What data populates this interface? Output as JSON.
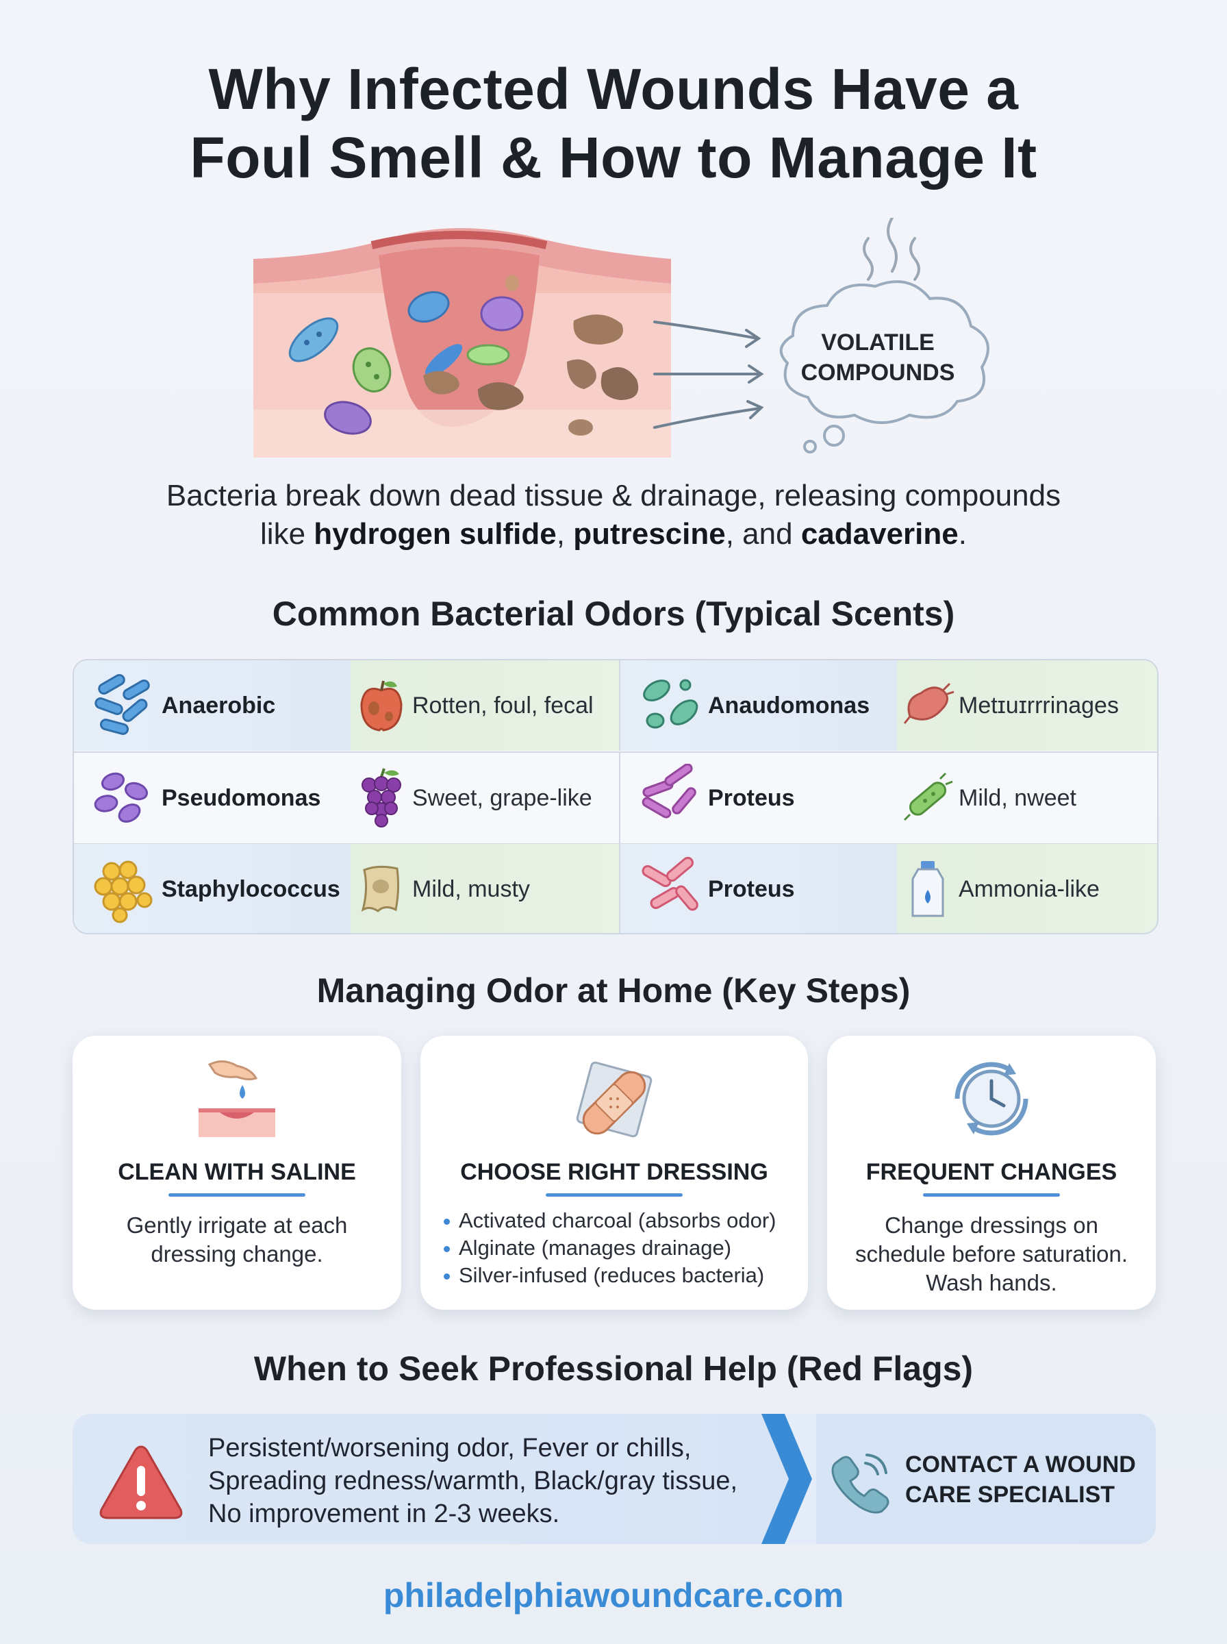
{
  "title": {
    "line1": "Why Infected Wounds Have a",
    "line2": "Foul Smell & How to Manage It"
  },
  "illustration": {
    "cloud_line1": "VOLATILE",
    "cloud_line2": "COMPOUNDS",
    "icons": [
      "wound-cross-section",
      "bacteria",
      "arrow-right",
      "odor-cloud",
      "stink-lines"
    ]
  },
  "intro": {
    "line1": "Bacteria break down dead tissue & drainage, releasing compounds",
    "line2_prefix": "like ",
    "compound1": "hydrogen sulfide",
    "sep1": ", ",
    "compound2": "putrescine",
    "sep2": ", and ",
    "compound3": "cadaverine",
    "end": "."
  },
  "odors": {
    "heading": "Common Bacterial Odors (Typical Scents)",
    "rows": [
      {
        "left": {
          "bacterium": "Anaerobic",
          "bacterium_icon": "blue-rods-icon",
          "scent": "Rotten, foul, fecal",
          "scent_icon": "rotten-apple-icon"
        },
        "right": {
          "bacterium": "Anaudomonas",
          "bacterium_icon": "green-bacteria-icon",
          "scent": "Metɪuɪrrrinages",
          "scent_icon": "red-bacterium-icon"
        }
      },
      {
        "left": {
          "bacterium": "Pseudomonas",
          "bacterium_icon": "purple-cocci-icon",
          "scent": "Sweet, grape-like",
          "scent_icon": "grapes-icon"
        },
        "right": {
          "bacterium": "Proteus",
          "bacterium_icon": "purple-rods-icon",
          "scent": "Mild, nweet",
          "scent_icon": "green-bacterium-icon"
        }
      },
      {
        "left": {
          "bacterium": "Staphylococcus",
          "bacterium_icon": "yellow-cocci-cluster-icon",
          "scent": "Mild, musty",
          "scent_icon": "musty-cloth-icon"
        },
        "right": {
          "bacterium": "Proteus",
          "bacterium_icon": "pink-rods-icon",
          "scent": "Ammonia-like",
          "scent_icon": "ammonia-bottle-icon"
        }
      }
    ]
  },
  "management": {
    "heading": "Managing Odor at Home (Key Steps)",
    "cards": [
      {
        "title": "CLEAN WITH SALINE",
        "icon": "saline-drip-icon",
        "body_line1": "Gently irrigate at each",
        "body_line2": "dressing change."
      },
      {
        "title": "CHOOSE RIGHT DRESSING",
        "icon": "bandage-icon",
        "bullets": [
          "Activated charcoal (absorbs odor)",
          "Alginate (manages drainage)",
          "Silver-infused (reduces bacteria)"
        ]
      },
      {
        "title": "FREQUENT CHANGES",
        "icon": "clock-cycle-icon",
        "body_line1": "Change dressings on",
        "body_line2": "schedule before saturation.",
        "body_line3": "Wash hands."
      }
    ]
  },
  "red_flags": {
    "heading": "When to Seek Professional Help (Red Flags)",
    "line1": "Persistent/worsening odor, Fever or chills,",
    "line2": "Spreading redness/warmth, Black/gray tissue,",
    "line3": "No improvement in 2-3 weeks.",
    "contact_line1": "CONTACT A WOUND",
    "contact_line2": "CARE SPECIALIST",
    "icons": [
      "warning-triangle-icon",
      "chevron-right-icon",
      "phone-icon"
    ]
  },
  "footer": {
    "url": "philadelphiawoundcare.com"
  },
  "colors": {
    "accent_blue": "#3a8bd6",
    "warning_red": "#e05a5a",
    "row_blue": "#e2ebf7",
    "row_green": "#e4f0e0"
  }
}
